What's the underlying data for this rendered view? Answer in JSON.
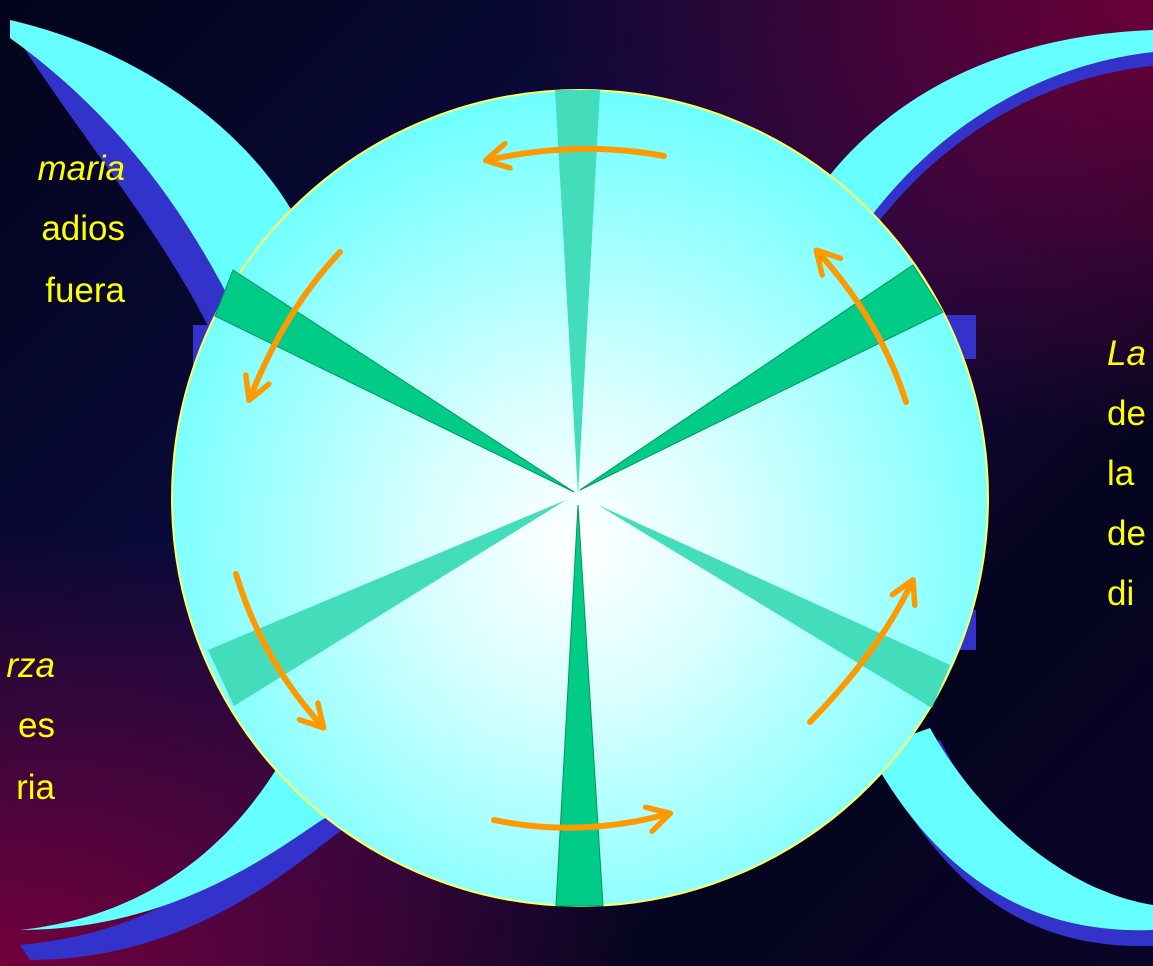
{
  "slide": {
    "left_top": {
      "line1": "maria",
      "line2": "adios",
      "line3": "fuera"
    },
    "left_bottom": {
      "line1": "rza",
      "line2": "es",
      "line3": "ria"
    },
    "right": {
      "line1": "La",
      "line2": "de",
      "line3": "la",
      "line4": "de",
      "line5": "di"
    }
  },
  "colors": {
    "text": "#ffff00",
    "crescent_fill": "#66ffff",
    "crescent_shadow": "#3333cc",
    "disk_edge": "#ffff66",
    "spoke_dark": "#00cc88",
    "spoke_light": "#44ddbb",
    "arrow": "#ff9900"
  }
}
